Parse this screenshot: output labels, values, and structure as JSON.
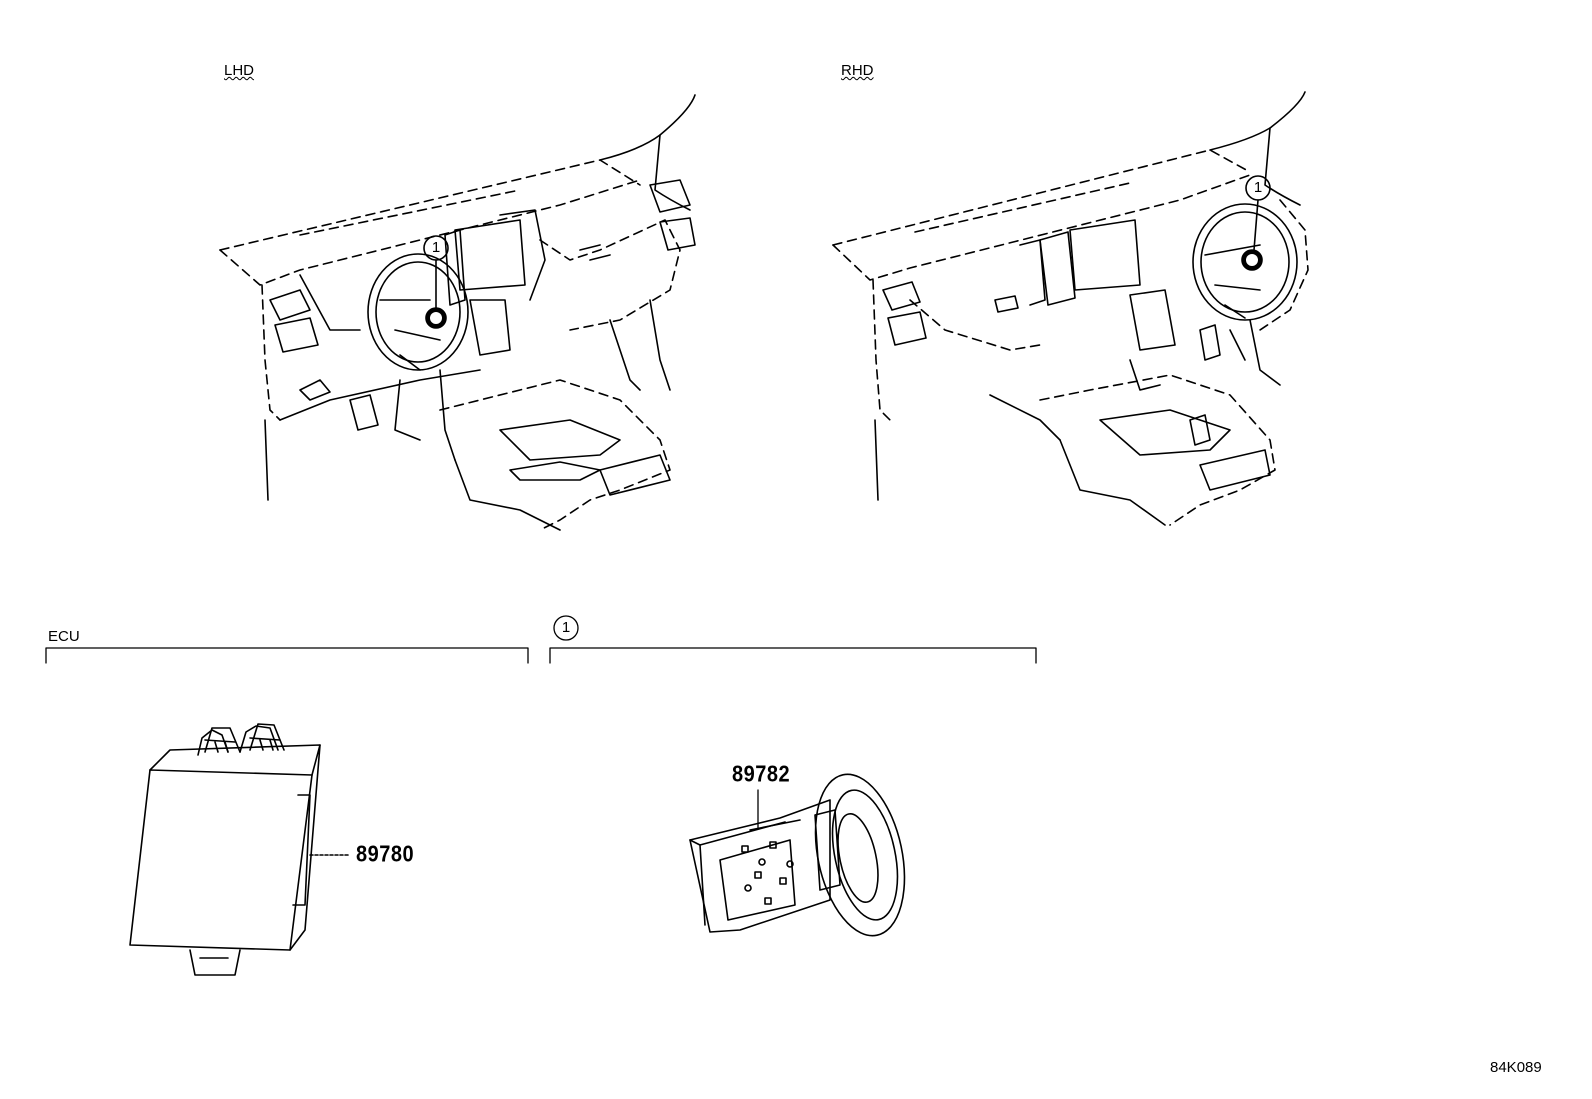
{
  "views": {
    "lhd_label": "LHD",
    "rhd_label": "RHD"
  },
  "sections": {
    "ecu_label": "ECU",
    "callout_label": "1"
  },
  "callouts": {
    "lhd_marker": "1",
    "rhd_marker": "1"
  },
  "parts": [
    {
      "number": "89780"
    },
    {
      "number": "89782"
    }
  ],
  "figure_ref": "84K089"
}
